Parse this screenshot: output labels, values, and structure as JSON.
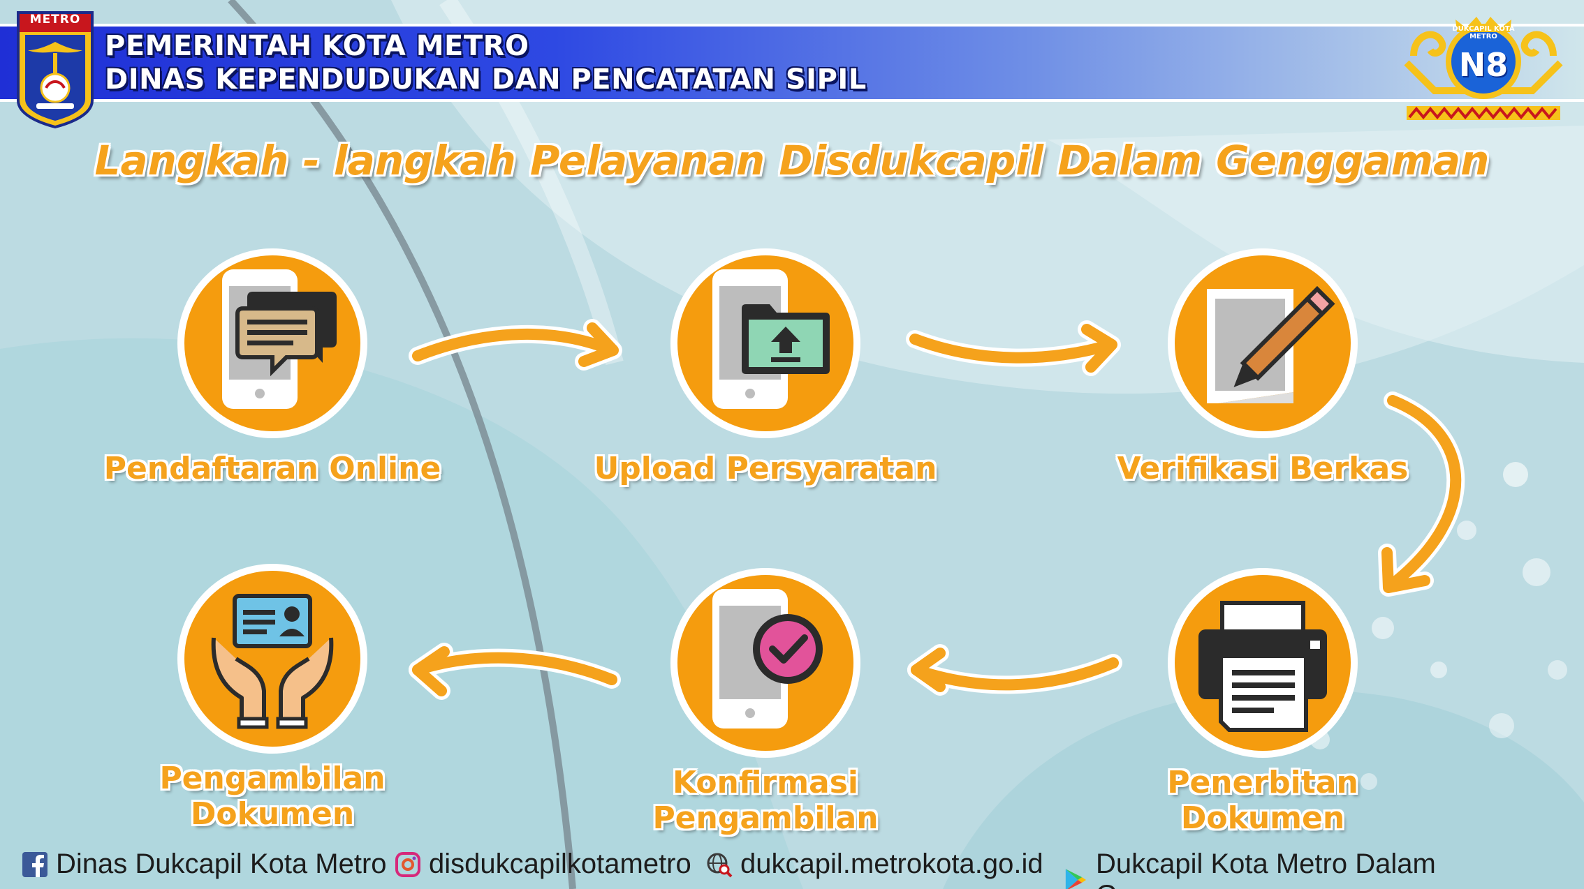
{
  "header": {
    "line1": "PEMERINTAH KOTA METRO",
    "line2": "DINAS KEPENDUDUKAN DAN PENCATATAN SIPIL",
    "emblem_label": "METRO",
    "emblem_icon": "kota-metro-emblem-icon",
    "logo_text": "N8",
    "logo_arc_text": "DUKCAPIL KOTA METRO",
    "logo_icon": "n8-dukcapil-logo-icon"
  },
  "title": "Langkah - langkah Pelayanan Disdukcapil Dalam Genggaman",
  "steps": [
    {
      "label": "Pendaftaran Online",
      "icon": "phone-chat-icon"
    },
    {
      "label": "Upload Persyaratan",
      "icon": "phone-upload-folder-icon"
    },
    {
      "label": "Verifikasi Berkas",
      "icon": "document-pen-icon"
    },
    {
      "label": "Penerbitan Dokumen",
      "icon": "printer-icon"
    },
    {
      "label": "Konfirmasi Pengambilan",
      "icon": "phone-check-icon"
    },
    {
      "label": "Pengambilan Dokumen",
      "icon": "hands-id-card-icon"
    }
  ],
  "footer": {
    "facebook": "Dinas Dukcapil Kota Metro",
    "instagram": "disdukcapilkotametro",
    "website": "dukcapil.metrokota.go.id",
    "playstore": "Dukcapil Kota Metro Dalam Genggaman"
  },
  "colors": {
    "accent_orange": "#f5a21c",
    "header_blue": "#1f2fd6",
    "background": "#bfdde3"
  }
}
